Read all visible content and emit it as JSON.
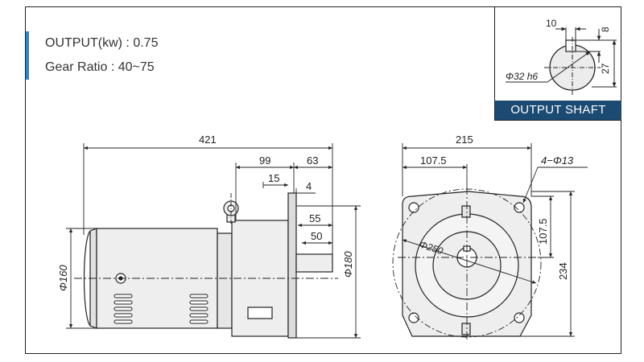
{
  "specs": {
    "output": "OUTPUT(kw) : 0.75",
    "gear_ratio": "Gear Ratio : 40~75"
  },
  "shaft": {
    "title": "OUTPUT SHAFT",
    "key_width": "10",
    "key_depth": "8",
    "height": "27",
    "diameter": "Φ32 h6"
  },
  "side_view": {
    "length_total": "421",
    "dim_99": "99",
    "dim_63": "63",
    "dim_15": "15",
    "dim_4": "4",
    "dim_55": "55",
    "dim_50": "50",
    "dia_180": "Φ180",
    "dia_160": "Φ160"
  },
  "front_view": {
    "width_total": "215",
    "half_width": "107.5",
    "holes": "4−Φ13",
    "half_height": "107.5",
    "height_total": "234",
    "pcd": "Φ250"
  },
  "colors": {
    "accent": "#2b86c6",
    "title_bar": "#1b4a73",
    "body_fill": "#eeeeee",
    "line": "#222222"
  }
}
